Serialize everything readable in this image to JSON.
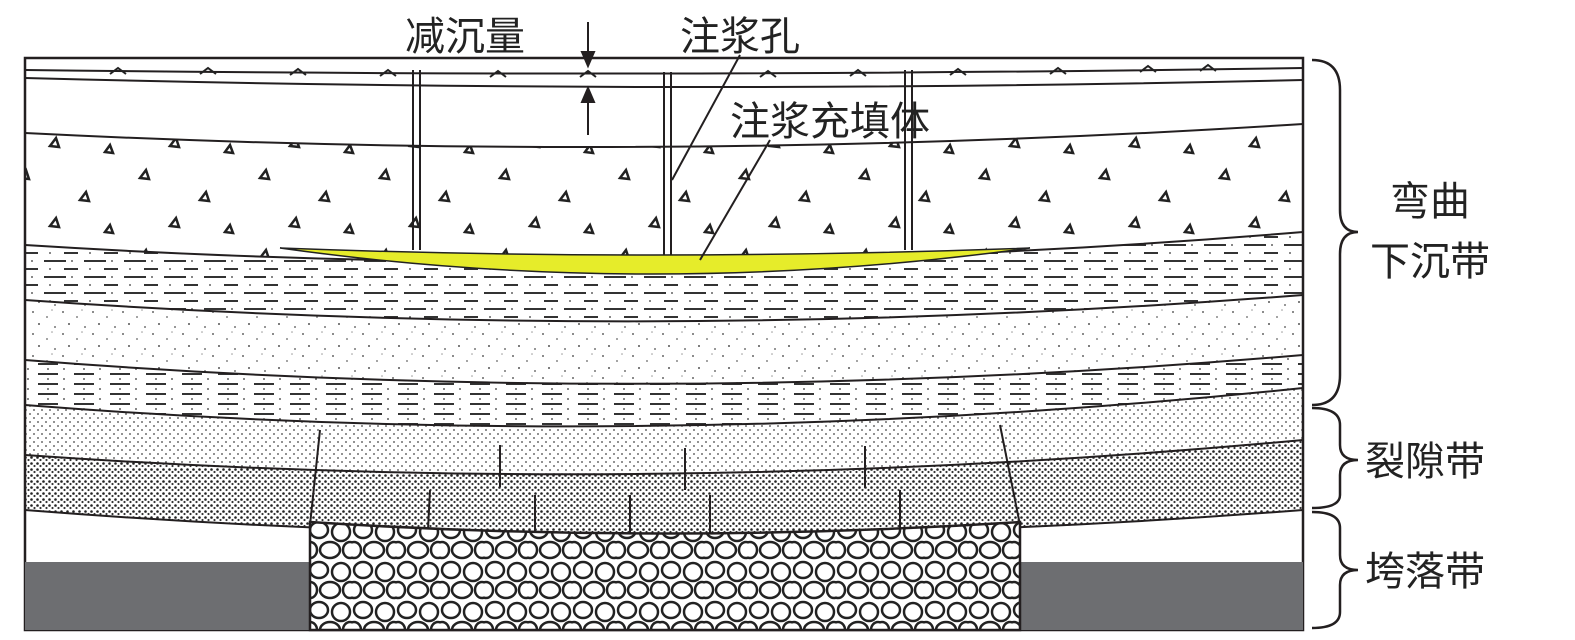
{
  "labels": {
    "subsidence_reduction": "减沉量",
    "grout_hole": "注浆孔",
    "grout_fill": "注浆充填体"
  },
  "zones": [
    {
      "line1": "弯曲",
      "line2": "下沉带"
    },
    {
      "line1": "裂隙带"
    },
    {
      "line1": "垮落带"
    }
  ],
  "colors": {
    "grout_fill": "#e6ec2a",
    "coal_seam": "#6d6e71",
    "line": "#231f20"
  }
}
